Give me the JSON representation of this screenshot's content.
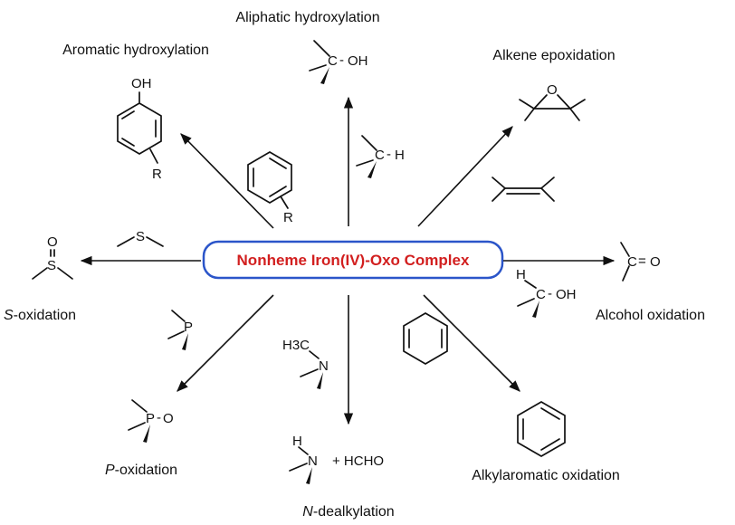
{
  "center": {
    "label": "Nonheme Iron(IV)-Oxo Complex",
    "border_color": "#2b55c9",
    "text_color": "#d21f1f"
  },
  "reactions": {
    "aliphatic": {
      "label": "Aliphatic hydroxylation",
      "product_atoms": {
        "c": "C",
        "oh": "OH"
      },
      "substrate_atoms": {
        "c": "C",
        "h": "H"
      }
    },
    "aromatic": {
      "label": "Aromatic hydroxylation",
      "product_atoms": {
        "oh": "OH",
        "r": "R"
      },
      "substrate_atoms": {
        "r": "R"
      }
    },
    "alkene": {
      "label": "Alkene epoxidation",
      "product_atoms": {
        "o": "O"
      }
    },
    "s_ox": {
      "label_italic": "S",
      "label_rest": "-oxidation",
      "product_atoms": {
        "o": "O",
        "s": "S"
      },
      "substrate_atoms": {
        "s": "S"
      }
    },
    "alcohol": {
      "label": "Alcohol oxidation",
      "product_atoms": {
        "c": "C",
        "o": "O"
      },
      "substrate_atoms": {
        "h": "H",
        "c": "C",
        "oh": "OH"
      }
    },
    "p_ox": {
      "label_italic": "P",
      "label_rest": "-oxidation",
      "product_atoms": {
        "p": "P",
        "o": "O"
      },
      "substrate_atoms": {
        "p": "P"
      }
    },
    "n_dealk": {
      "label_italic": "N",
      "label_rest": "-dealkylation",
      "product_atoms": {
        "h": "H",
        "n": "N",
        "plus": "+ HCHO"
      },
      "substrate_atoms": {
        "h3c": "H3C",
        "n": "N"
      }
    },
    "alkylaromatic": {
      "label": "Alkylaromatic oxidation"
    }
  },
  "dash": "-",
  "eq": "="
}
